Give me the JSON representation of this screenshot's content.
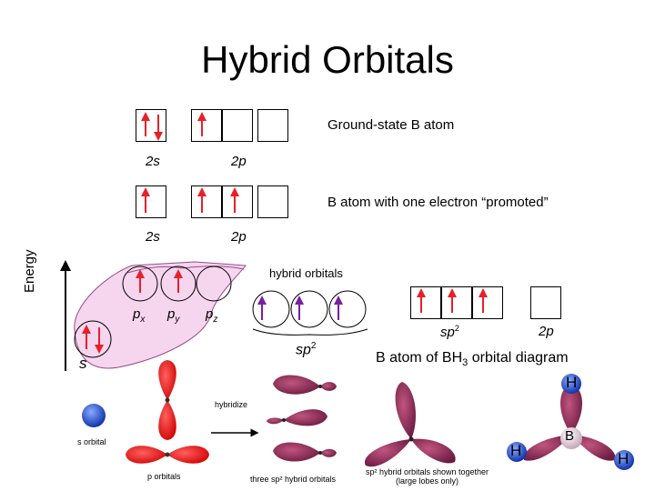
{
  "title": "Hybrid Orbitals",
  "ground": {
    "caption": "Ground-state B atom",
    "label_2s": "2s",
    "label_2p": "2p"
  },
  "promoted": {
    "caption": "B atom with one electron “promoted”",
    "label_2s": "2s",
    "label_2p": "2p"
  },
  "energy_label": "Energy",
  "hybrid_caption": "hybrid orbitals",
  "labels": {
    "px": "p",
    "px_sub": "x",
    "py": "p",
    "py_sub": "y",
    "pz": "p",
    "pz_sub": "z",
    "s": "s"
  },
  "sp2_label": "sp",
  "sp2_sup": "2",
  "bh3": {
    "sp2": "sp",
    "sp2_sup": "2",
    "p": "2p",
    "caption_a": "B atom of BH",
    "caption_sub": "3",
    "caption_b": " orbital diagram"
  },
  "images": {
    "hybridize": "hybridize",
    "s_orbital": "s orbital",
    "p_orbitals": "p orbitals",
    "three_sp2": "three sp² hybrid orbitals",
    "together_1": "sp² hybrid orbitals shown together",
    "together_2": "(large lobes only)"
  },
  "atoms": {
    "H": "H",
    "B": "B"
  },
  "colors": {
    "arrow": "#e8202a",
    "purple_arrow": "#7a1fa0",
    "lobe": "#a0305e",
    "red_lobe": "#ff2020",
    "s_ball": "#2255dd",
    "h_ball": "#3366ee",
    "highlight": "#f5d6ee"
  }
}
